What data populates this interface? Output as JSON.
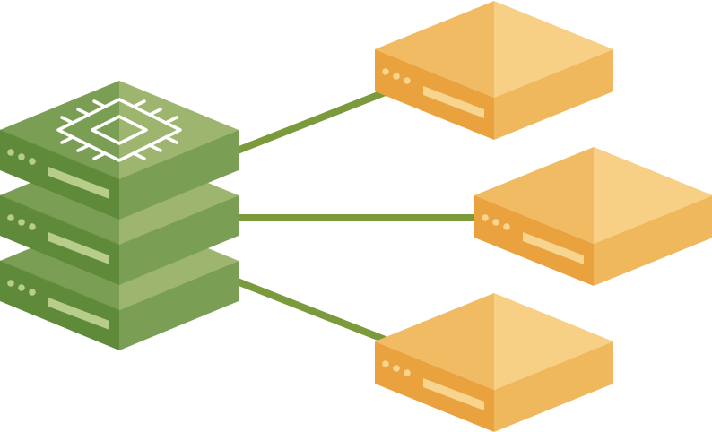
{
  "diagram": {
    "central_node": {
      "name": "cpu-server-stack",
      "layers": 3,
      "icon": "cpu-chip-icon",
      "colors": {
        "top": "#9db56f",
        "left": "#5e8a3a",
        "right": "#7b9e55",
        "edge": "#6a9442",
        "detail": "#b8cd8c"
      }
    },
    "peer_nodes": [
      {
        "name": "server-top",
        "colors": {
          "top_light": "#f7cf85",
          "top_dark": "#f0bb62",
          "left": "#e9a23e",
          "right": "#f0b85d",
          "detail": "#f8d58f"
        }
      },
      {
        "name": "server-middle",
        "colors": {
          "top_light": "#f7cf85",
          "top_dark": "#f0bb62",
          "left": "#e9a23e",
          "right": "#f0b85d",
          "detail": "#f8d58f"
        }
      },
      {
        "name": "server-bottom",
        "colors": {
          "top_light": "#f7cf85",
          "top_dark": "#f0bb62",
          "left": "#e9a23e",
          "right": "#f0b85d",
          "detail": "#f8d58f"
        }
      }
    ],
    "connections": [
      {
        "from": "cpu-server-stack",
        "to": "server-top",
        "color": "#7a9a3c"
      },
      {
        "from": "cpu-server-stack",
        "to": "server-middle",
        "color": "#7a9a3c"
      },
      {
        "from": "cpu-server-stack",
        "to": "server-bottom",
        "color": "#7a9a3c"
      }
    ]
  }
}
